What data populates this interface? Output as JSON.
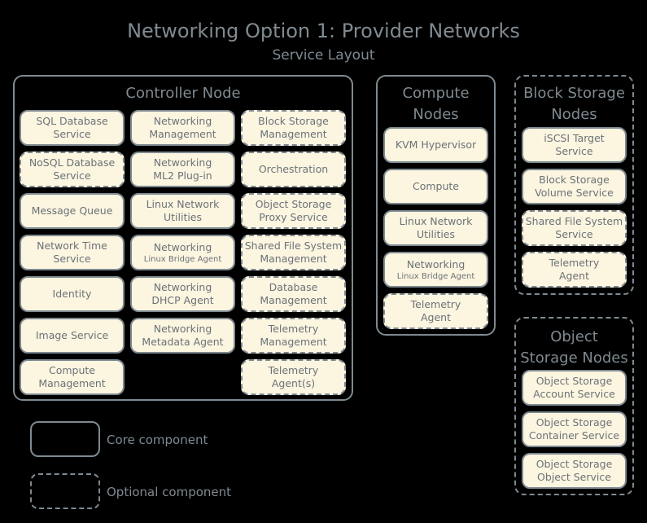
{
  "title": "Networking Option 1: Provider Networks",
  "subtitle": "Service Layout",
  "controller": {
    "title": "Controller Node",
    "col1": [
      {
        "l1": "SQL Database",
        "l2": "Service",
        "small": false,
        "optional": false
      },
      {
        "l1": "NoSQL Database",
        "l2": "Service",
        "small": false,
        "optional": true
      },
      {
        "l1": "Message Queue",
        "l2": "",
        "small": false,
        "optional": false
      },
      {
        "l1": "Network Time",
        "l2": "Service",
        "small": false,
        "optional": false
      },
      {
        "l1": "Identity",
        "l2": "",
        "small": false,
        "optional": false
      },
      {
        "l1": "Image Service",
        "l2": "",
        "small": false,
        "optional": false
      },
      {
        "l1": "Compute",
        "l2": "Management",
        "small": false,
        "optional": false
      }
    ],
    "col2": [
      {
        "l1": "Networking",
        "l2": "Management",
        "small": false,
        "optional": false
      },
      {
        "l1": "Networking",
        "l2": "ML2 Plug-in",
        "small": false,
        "optional": false
      },
      {
        "l1": "Linux Network",
        "l2": "Utilities",
        "small": false,
        "optional": false
      },
      {
        "l1": "Networking",
        "l2": "Linux Bridge Agent",
        "small": true,
        "optional": false
      },
      {
        "l1": "Networking",
        "l2": "DHCP Agent",
        "small": false,
        "optional": false
      },
      {
        "l1": "Networking",
        "l2": "Metadata Agent",
        "small": false,
        "optional": false
      }
    ],
    "col3": [
      {
        "l1": "Block Storage",
        "l2": "Management",
        "small": false,
        "optional": true
      },
      {
        "l1": "Orchestration",
        "l2": "",
        "small": false,
        "optional": true
      },
      {
        "l1": "Object Storage",
        "l2": "Proxy Service",
        "small": false,
        "optional": true
      },
      {
        "l1": "Shared File System",
        "l2": "Management",
        "small": false,
        "optional": true
      },
      {
        "l1": "Database",
        "l2": "Management",
        "small": false,
        "optional": true
      },
      {
        "l1": "Telemetry",
        "l2": "Management",
        "small": false,
        "optional": true
      },
      {
        "l1": "Telemetry",
        "l2": "Agent(s)",
        "small": false,
        "optional": true
      }
    ]
  },
  "compute": {
    "title1": "Compute",
    "title2": "Nodes",
    "items": [
      {
        "l1": "KVM Hypervisor",
        "l2": "",
        "small": false,
        "optional": false
      },
      {
        "l1": "Compute",
        "l2": "",
        "small": false,
        "optional": false
      },
      {
        "l1": "Linux Network",
        "l2": "Utilities",
        "small": false,
        "optional": false
      },
      {
        "l1": "Networking",
        "l2": "Linux Bridge Agent",
        "small": true,
        "optional": false
      },
      {
        "l1": "Telemetry",
        "l2": "Agent",
        "small": false,
        "optional": true
      }
    ]
  },
  "block_storage": {
    "title1": "Block Storage",
    "title2": "Nodes",
    "items": [
      {
        "l1": "iSCSI Target",
        "l2": "Service",
        "small": false,
        "optional": false
      },
      {
        "l1": "Block Storage",
        "l2": "Volume Service",
        "small": false,
        "optional": false
      },
      {
        "l1": "Shared File System",
        "l2": "Service",
        "small": false,
        "optional": true
      },
      {
        "l1": "Telemetry",
        "l2": "Agent",
        "small": false,
        "optional": true
      }
    ]
  },
  "object_storage": {
    "title1": "Object",
    "title2": "Storage Nodes",
    "items": [
      {
        "l1": "Object Storage",
        "l2": "Account Service",
        "small": false,
        "optional": false
      },
      {
        "l1": "Object Storage",
        "l2": "Container Service",
        "small": false,
        "optional": false
      },
      {
        "l1": "Object Storage",
        "l2": "Object Service",
        "small": false,
        "optional": false
      }
    ]
  },
  "legend": {
    "core": "Core component",
    "optional": "Optional component"
  }
}
